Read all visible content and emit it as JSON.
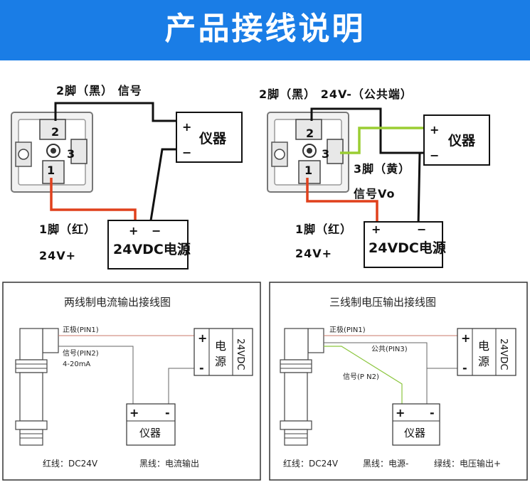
{
  "header": {
    "title": "产品接线说明"
  },
  "top_left": {
    "pin2_label": "2脚（黑） 信号",
    "pin1_label": "1脚（红）",
    "v_plus": "24V+",
    "instrument_plus": "+",
    "instrument_minus": "−",
    "instrument": "仪器",
    "supply_plus": "+",
    "supply_minus": "−",
    "supply": "24VDC电源",
    "pin_no_1": "1",
    "pin_no_2": "2",
    "pin_no_3": "3"
  },
  "top_right": {
    "pin2_label": "2脚（黑） 24V-（公共端）",
    "pin3_label": "3脚（黄）",
    "signal_label": "信号Vo",
    "pin1_label": "1脚（红）",
    "v_plus": "24V+",
    "instrument_plus": "+",
    "instrument_minus": "−",
    "instrument": "仪器",
    "supply_plus": "+",
    "supply_minus": "−",
    "supply": "24VDC电源",
    "pin_no_1": "1",
    "pin_no_2": "2",
    "pin_no_3": "3"
  },
  "bottom_left": {
    "title": "两线制电流输出接线图",
    "pos_label": "正极(PIN1)",
    "sig_label": "信号(PIN2)",
    "range_label": "4-20mA",
    "supply_plus": "+",
    "supply_minus": "-",
    "supply_char1": "电",
    "supply_char2": "源",
    "supply_v": "24VDC",
    "meter_plus": "+",
    "meter_minus": "-",
    "meter": "仪器",
    "legend_red": "红线：DC24V",
    "legend_black": "黑线：电流输出"
  },
  "bottom_right": {
    "title": "三线制电压输出接线图",
    "pos_label": "正极(PIN1)",
    "com_label": "公共(PIN3)",
    "sig_label": "信号(P N2)",
    "supply_plus": "+",
    "supply_minus": "-",
    "supply_char1": "电",
    "supply_char2": "源",
    "supply_v": "24VDC",
    "meter_plus": "+",
    "meter_minus": "-",
    "meter": "仪器",
    "legend_red": "红线：DC24V",
    "legend_black": "黑线：电源-",
    "legend_green": "绿线：电压输出+"
  },
  "colors": {
    "banner": "#1a7de6",
    "red_wire": "#e0401c",
    "black_wire": "#111111",
    "green_wire": "#9acd32",
    "thin_red": "#c87a6a",
    "thin_green": "#8cc63f"
  }
}
